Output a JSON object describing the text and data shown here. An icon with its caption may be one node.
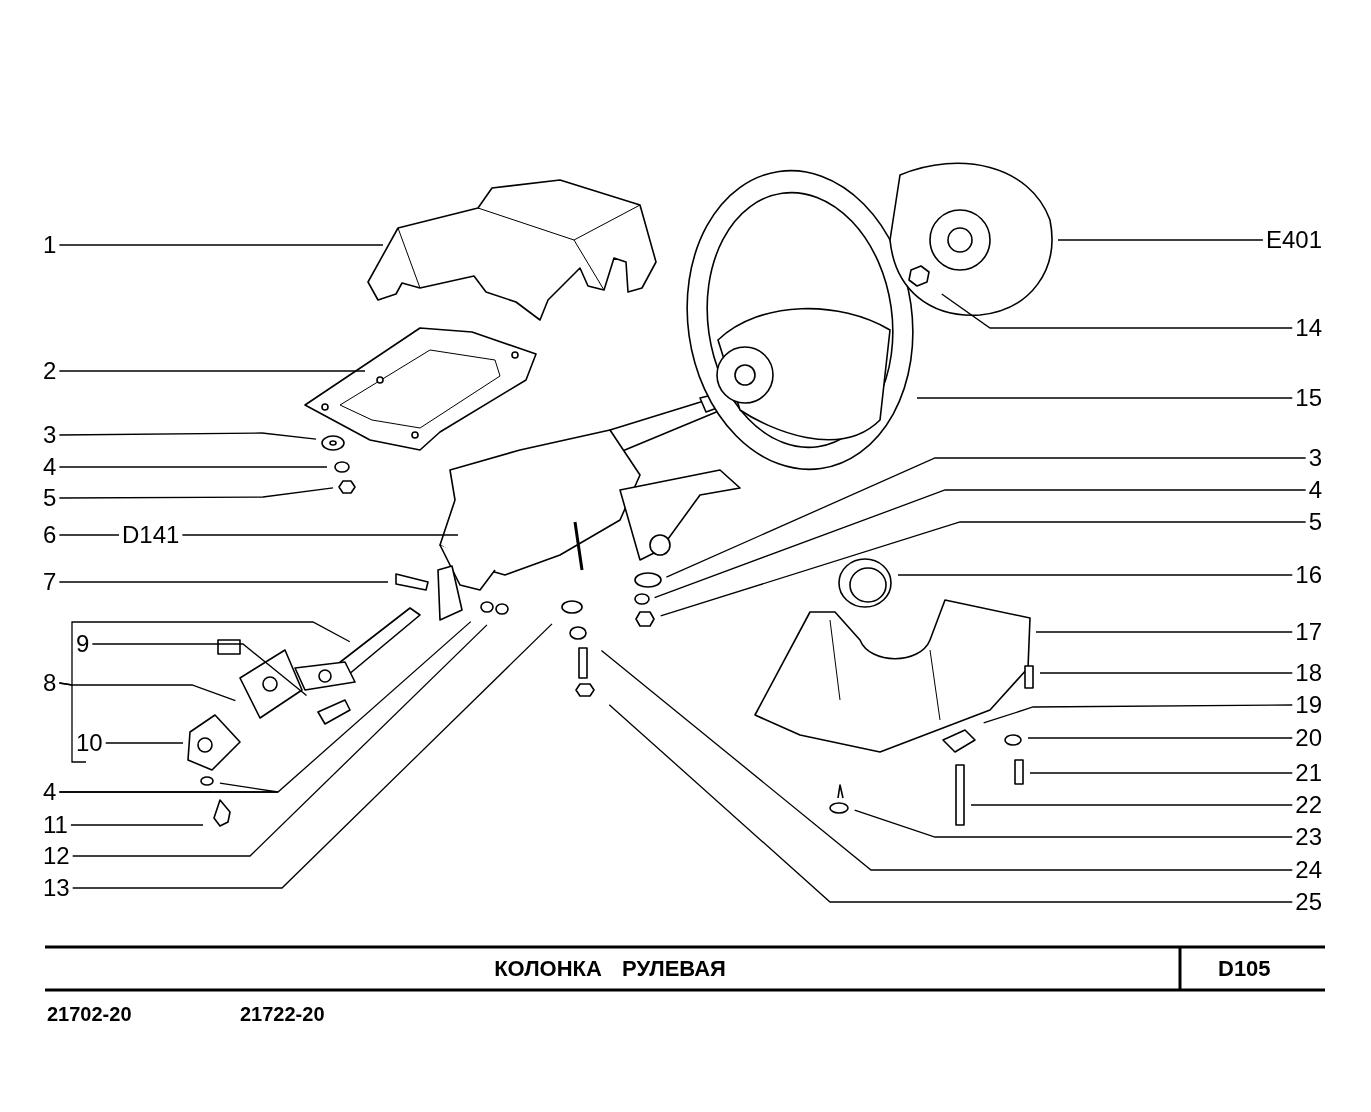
{
  "diagram": {
    "title": "КОЛОНКА РУЛЕВАЯ",
    "nodes": [
      {
        "text": [
          "1"
        ]
      },
      {
        "text": [
          "2"
        ]
      },
      {
        "text": [
          "3"
        ]
      },
      {
        "text": [
          "4"
        ]
      },
      {
        "text": [
          "5"
        ]
      },
      {
        "text": [
          "6"
        ]
      },
      {
        "text": [
          "D141"
        ]
      },
      {
        "text": [
          "7"
        ]
      },
      {
        "text": [
          "9"
        ]
      },
      {
        "text": [
          "8"
        ]
      },
      {
        "text": [
          "10"
        ]
      },
      {
        "text": [
          "4"
        ]
      },
      {
        "text": [
          "11"
        ]
      },
      {
        "text": [
          "12"
        ]
      },
      {
        "text": [
          "13"
        ]
      },
      {
        "text": [
          "E401"
        ]
      },
      {
        "text": [
          "14"
        ]
      },
      {
        "text": [
          "15"
        ]
      },
      {
        "text": [
          "3"
        ]
      },
      {
        "text": [
          "4"
        ]
      },
      {
        "text": [
          "5"
        ]
      },
      {
        "text": [
          "16"
        ]
      },
      {
        "text": [
          "17"
        ]
      },
      {
        "text": [
          "18"
        ]
      },
      {
        "text": [
          "19"
        ]
      },
      {
        "text": [
          "20"
        ]
      },
      {
        "text": [
          "21"
        ]
      },
      {
        "text": [
          "22"
        ]
      },
      {
        "text": [
          "23"
        ]
      },
      {
        "text": [
          "24"
        ]
      },
      {
        "text": [
          "25"
        ]
      }
    ],
    "edges": [
      {
        "from": 0,
        "to": null,
        "arrow": "none"
      },
      {
        "from": 1,
        "to": null,
        "arrow": "none"
      },
      {
        "from": 2,
        "to": null,
        "arrow": "none"
      },
      {
        "from": 3,
        "to": null,
        "arrow": "none"
      },
      {
        "from": 4,
        "to": null,
        "arrow": "none"
      },
      {
        "from": 5,
        "to": 6,
        "arrow": "none"
      },
      {
        "from": 6,
        "to": null,
        "arrow": "none"
      },
      {
        "from": 7,
        "to": null,
        "arrow": "none"
      },
      {
        "from": 8,
        "to": null,
        "arrow": "none"
      },
      {
        "from": 9,
        "to": null,
        "arrow": "none"
      },
      {
        "from": 9,
        "to": null,
        "arrow": "none"
      },
      {
        "from": 10,
        "to": null,
        "arrow": "none"
      },
      {
        "from": 11,
        "to": null,
        "arrow": "none"
      },
      {
        "from": 11,
        "to": null,
        "arrow": "none"
      },
      {
        "from": 12,
        "to": null,
        "arrow": "none"
      },
      {
        "from": 13,
        "to": null,
        "arrow": "none"
      },
      {
        "from": 14,
        "to": null,
        "arrow": "none"
      },
      {
        "from": 15,
        "to": null,
        "arrow": "none"
      },
      {
        "from": 16,
        "to": null,
        "arrow": "none"
      },
      {
        "from": 17,
        "to": null,
        "arrow": "none"
      },
      {
        "from": 18,
        "to": null,
        "arrow": "none"
      },
      {
        "from": 19,
        "to": null,
        "arrow": "none"
      },
      {
        "from": 20,
        "to": null,
        "arrow": "none"
      },
      {
        "from": 21,
        "to": null,
        "arrow": "none"
      },
      {
        "from": 22,
        "to": null,
        "arrow": "none"
      },
      {
        "from": 23,
        "to": null,
        "arrow": "none"
      },
      {
        "from": 24,
        "to": null,
        "arrow": "none"
      },
      {
        "from": 25,
        "to": null,
        "arrow": "none"
      },
      {
        "from": 26,
        "to": null,
        "arrow": "none"
      },
      {
        "from": 27,
        "to": null,
        "arrow": "none"
      },
      {
        "from": 28,
        "to": null,
        "arrow": "none"
      },
      {
        "from": 29,
        "to": null,
        "arrow": "none"
      },
      {
        "from": 30,
        "to": null,
        "arrow": "none"
      }
    ],
    "labels": [
      "D105",
      "21702-20",
      "21722-20"
    ]
  }
}
